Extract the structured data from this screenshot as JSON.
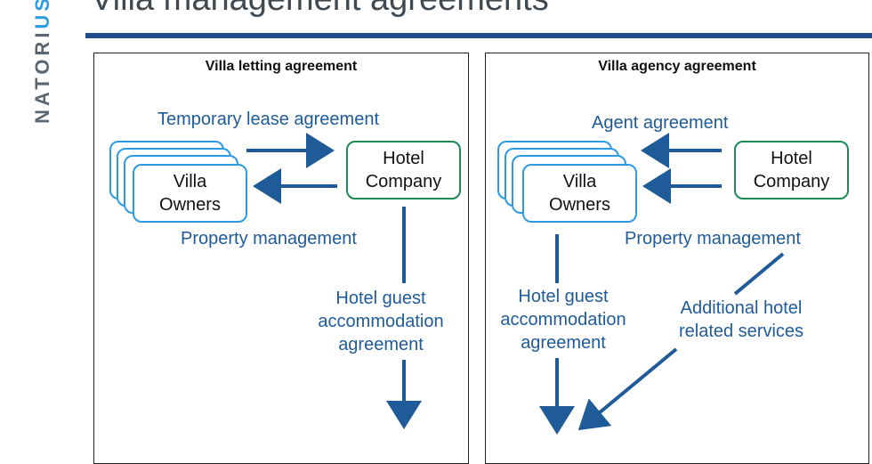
{
  "header": {
    "title": "Villa management agreements",
    "logo_text_main": "NATORI",
    "logo_text_accent": "US"
  },
  "colors": {
    "rule": "#1f4e8a",
    "label_blue": "#1f5b99",
    "owners_border": "#2b9be3",
    "hotel_border": "#1d8a55",
    "arrow": "#1f5b99"
  },
  "letting": {
    "title": "Villa letting agreement",
    "owners_label": "Villa\nOwners",
    "hotel_label": "Hotel\nCompany",
    "lease_label": "Temporary lease agreement",
    "property_label": "Property management",
    "guest_label": "Hotel guest\naccommodation\nagreement"
  },
  "agency": {
    "title": "Villa agency agreement",
    "owners_label": "Villa\nOwners",
    "hotel_label": "Hotel\nCompany",
    "agent_label": "Agent agreement",
    "property_label": "Property management",
    "guest_label": "Hotel guest\naccommodation\nagreement",
    "services_label": "Additional hotel\nrelated services"
  }
}
